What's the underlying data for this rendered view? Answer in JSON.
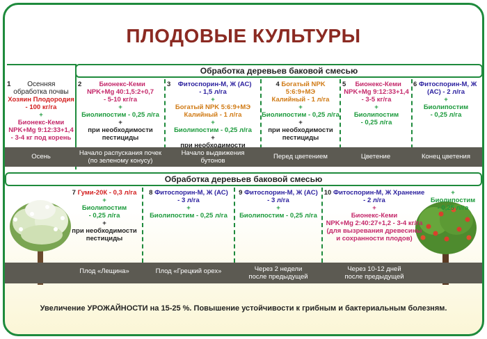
{
  "title": "ПЛОДОВЫЕ КУЛЬТУРЫ",
  "section_top": {
    "header": "Обработка деревьев баковой смесью"
  },
  "section_bottom": {
    "header": "Обработка деревьев баковой смесью"
  },
  "top_steps": [
    {
      "num": "1",
      "lines": [
        "Осенняя",
        "обработка почвы"
      ],
      "p1": "Хозяин Плодородия",
      "p1b": "- 100 кг/га",
      "plus1": "+",
      "p2": "Бионекс-Кеми",
      "p2b": "NPK+Mg 9:12:33+1,4",
      "p2c": "- 3-4 кг под корень",
      "stage": "Осень"
    },
    {
      "num": "2",
      "a": "Бионекс-Кеми",
      "b": "NPK+Mg 40:1,5:2+0,7",
      "c": "- 5-10 кг/га",
      "plus1": "+",
      "d": "Биолипостим - 0,25 л/га",
      "plus2": "+",
      "e": "при необходимости",
      "f": "пестициды",
      "stage1": "Начало распускания почек",
      "stage2": "(по зеленому конусу)"
    },
    {
      "num": "3",
      "a": "Фитоспорин-М, Ж (АС)",
      "b": "- 1,5 л/га",
      "plus1": "+",
      "c": "Богатый NPK 5:6:9+МЭ",
      "d": "Калийный - 1 л/га",
      "plus2": "+",
      "e": "Биолипостим - 0,25 л/га",
      "plus3": "+",
      "f": "при необходимости пестициды",
      "stage1": "Начало выдвижения",
      "stage2": "бутонов"
    },
    {
      "num": "4",
      "a": "Богатый NPK 5:6:9+МЭ",
      "b": "Калийный - 1 л/га",
      "plus1": "+",
      "c": "Биолипостим - 0,25 л/га",
      "plus2": "+",
      "d": "при необходимости",
      "e": "пестициды",
      "stage": "Перед цветением"
    },
    {
      "num": "5",
      "a": "Бионекс-Кеми",
      "b": "NPK+Mg 9:12:33+1,4",
      "c": "- 3-5 кг/га",
      "plus1": "+",
      "d": "Биолипостим",
      "e": "- 0,25 л/га",
      "stage": "Цветение"
    },
    {
      "num": "6",
      "a": "Фитоспорин-М, Ж",
      "b": "(АС) - 2 л/га",
      "plus1": "+",
      "c": "Биолипостим",
      "d": "- 0,25 л/га",
      "stage": "Конец цветения"
    }
  ],
  "bottom_steps": [
    {
      "num": "7",
      "a": "Гуми-20К - 0,3 л/га",
      "plus1": "+",
      "b": "Биолипостим",
      "c": "- 0,25 л/га",
      "plus2": "+",
      "d": "при необходимости",
      "e": "пестициды",
      "stage": "Плод «Лещина»"
    },
    {
      "num": "8",
      "a": "Фитоспорин-М, Ж (АС)",
      "b": "- 3 л/га",
      "plus1": "+",
      "c": "Биолипостим - 0,25 л/га",
      "stage": "Плод «Грецкий орех»"
    },
    {
      "num": "9",
      "a": "Фитоспорин-М, Ж (АС)",
      "b": "- 3 л/га",
      "plus1": "+",
      "c": "Биолипостим - 0,25 л/га",
      "stage1": "Через 2 недели",
      "stage2": "после предыдущей"
    },
    {
      "num": "10",
      "a": "Фитоспорин-М, Ж Хранение",
      "b": "- 2 л/га",
      "plus1": "+",
      "c": "Бионекс-Кеми",
      "d": "NPK+Mg 2:40:27+1,2 - 3-4 кг/га",
      "e": "(для вызревания древесины",
      "f": "и сохранности плодов)",
      "stage1": "Через 10-12 дней",
      "stage2": "после предыдущей"
    },
    {
      "plus1": "+",
      "a": "Биолипостим",
      "b": "- 0,25 л/га"
    }
  ],
  "footer": "Увеличение УРОЖАЙНОСТИ на 15-25 %. Повышение устойчивости к грибным и бактериальным болезням.",
  "colors": {
    "border": "#1e8a3c",
    "title": "#8b2a22",
    "band": "#5c5a52"
  }
}
